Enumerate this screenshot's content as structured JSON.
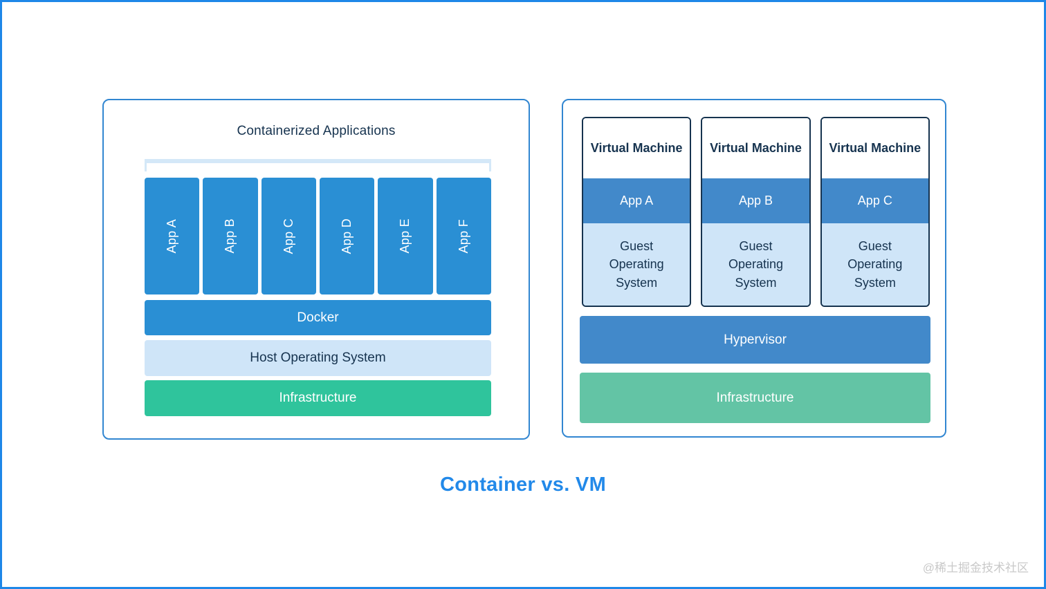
{
  "page": {
    "caption": "Container vs. VM",
    "watermark": "@稀土掘金技术社区"
  },
  "containers_panel": {
    "title": "Containerized Applications",
    "apps": [
      "App A",
      "App B",
      "App C",
      "App D",
      "App E",
      "App F"
    ],
    "layers": {
      "docker": "Docker",
      "host_os": "Host Operating System",
      "infrastructure": "Infrastructure"
    }
  },
  "vm_panel": {
    "machines": [
      {
        "title": "Virtual Machine",
        "app": "App A",
        "guest_os": "Guest Operating System"
      },
      {
        "title": "Virtual Machine",
        "app": "App B",
        "guest_os": "Guest Operating System"
      },
      {
        "title": "Virtual Machine",
        "app": "App C",
        "guest_os": "Guest Operating System"
      }
    ],
    "layers": {
      "hypervisor": "Hypervisor",
      "infrastructure": "Infrastructure"
    }
  },
  "colors": {
    "frame_border": "#1e87e8",
    "panel_border": "#3186d1",
    "container_blue": "#2a8fd4",
    "vm_blue": "#4289ca",
    "light_blue": "#cfe5f8",
    "container_green": "#2fc49c",
    "vm_green": "#63c4a5",
    "navy_text": "#16334f",
    "caption_blue": "#2289e9"
  }
}
